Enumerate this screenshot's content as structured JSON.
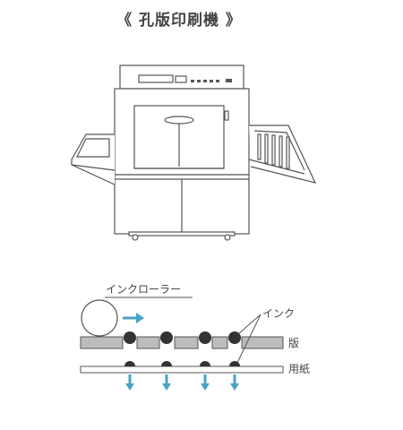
{
  "title": "《 孔版印刷機 》",
  "labels": {
    "ink_roller": "インクローラー",
    "ink": "インク",
    "stencil": "版",
    "paper": "用紙"
  },
  "colors": {
    "line": "#555555",
    "stencil_fill": "#bcbcbc",
    "ink": "#333333",
    "arrow": "#4aa3c7"
  }
}
